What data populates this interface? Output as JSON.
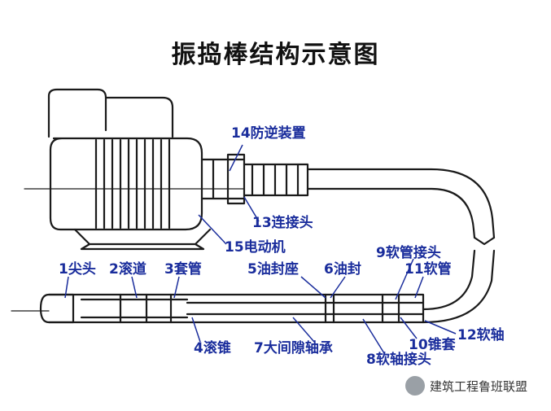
{
  "title": "振捣棒结构示意图",
  "labels": {
    "l14": "14防逆装置",
    "l13": "13连接头",
    "l15": "15电动机",
    "l9": "9软管接头",
    "l1": "1尖头",
    "l2": "2滚道",
    "l3": "3套管",
    "l5": "5油封座",
    "l6": "6油封",
    "l11": "11软管",
    "l4": "4滚锥",
    "l7": "7大间隙轴承",
    "l10": "10锥套",
    "l12": "12软轴",
    "l8": "8软轴接头"
  },
  "watermark": "建筑工程鲁班联盟",
  "colors": {
    "line": "#1a1a1a",
    "label": "#1a2d9c",
    "pointer": "#1a2d9c"
  }
}
